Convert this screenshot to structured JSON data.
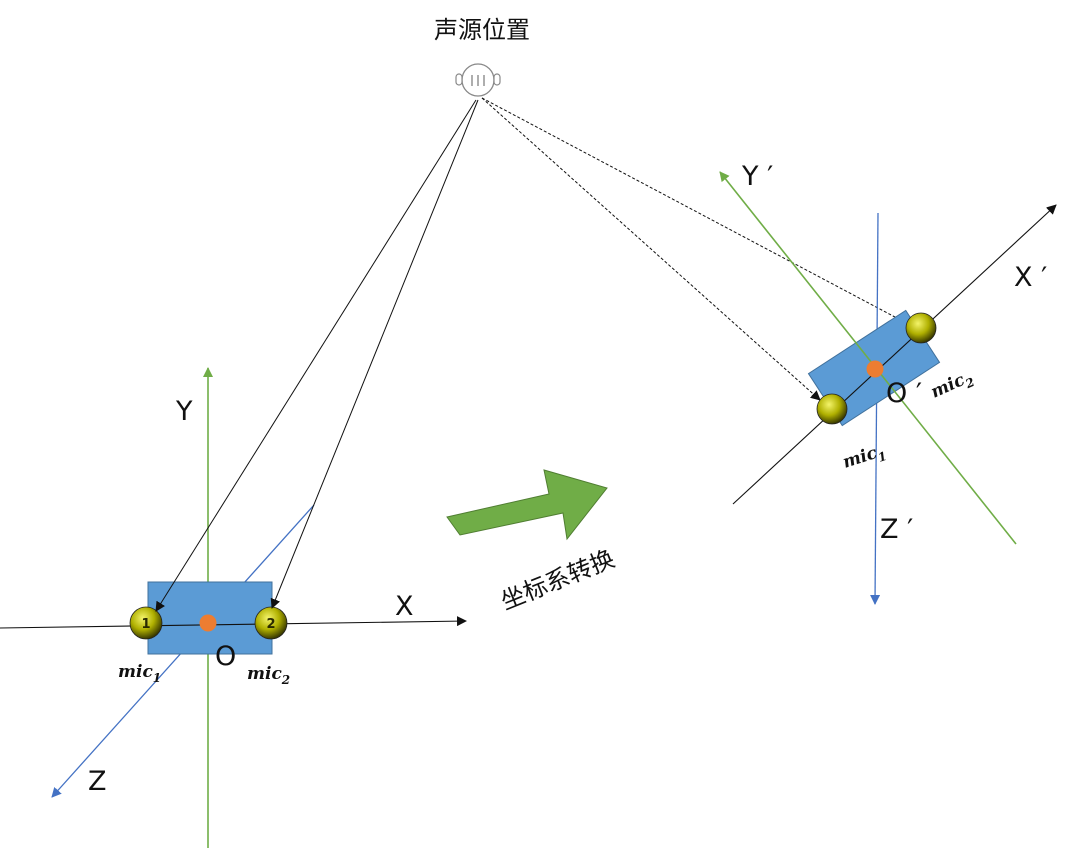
{
  "diagram": {
    "source_label": "声源位置",
    "transform_label": "坐标系转换",
    "left_frame": {
      "axis_x": "X",
      "axis_y": "Y",
      "axis_z": "Z",
      "origin": "O",
      "mic1": {
        "base": "mic",
        "sub": "1",
        "num": "1"
      },
      "mic2": {
        "base": "mic",
        "sub": "2",
        "num": "2"
      }
    },
    "right_frame": {
      "axis_x": "X ′",
      "axis_y": "Y ′",
      "axis_z": "Z ′",
      "origin": "O ′",
      "mic1": {
        "base": "mic",
        "sub": "1"
      },
      "mic2": {
        "base": "mic",
        "sub": "2"
      }
    }
  },
  "colors": {
    "device_fill": "#5b9bd5",
    "device_stroke": "#41719c",
    "axis_y": "#70ad47",
    "axis_z": "#4472c4",
    "origin_dot": "#ed7d31",
    "arrow_fill": "#70ad47",
    "mic_fill": "#b8b800"
  },
  "icons": {
    "source": "robot-head-icon",
    "arrow": "transform-arrow-icon",
    "mic": "microphone-icon"
  }
}
